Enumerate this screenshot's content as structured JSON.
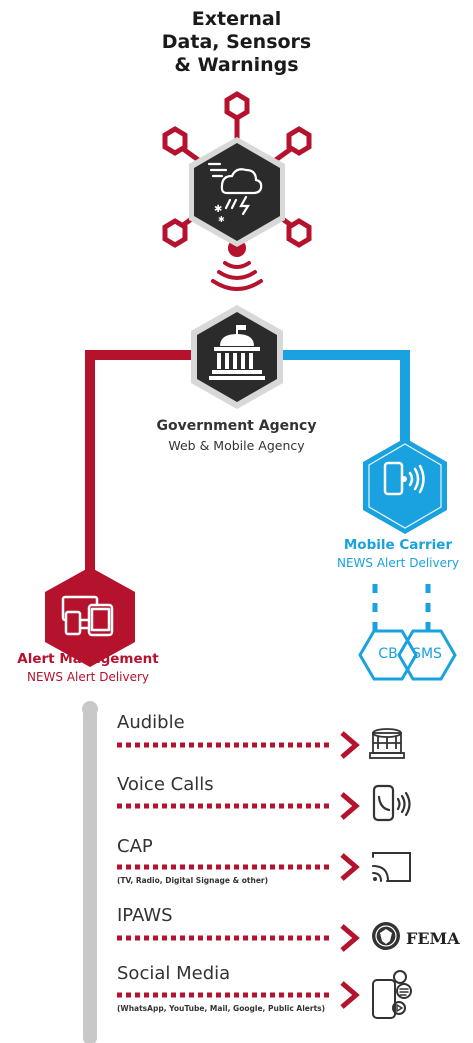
{
  "header": {
    "title_lines": [
      "External",
      "Data, Sensors",
      "& Warnings"
    ]
  },
  "government": {
    "name": "Government Agency",
    "subtitle": "Web & Mobile Agency",
    "icon": "government-building-icon"
  },
  "mobile_carrier": {
    "name": "Mobile Carrier",
    "subtitle": "NEWS Alert Delivery",
    "icon": "mobile-broadcast-icon"
  },
  "alert_management": {
    "name": "Alert Management",
    "subtitle": "NEWS Alert Delivery",
    "icon": "devices-icon"
  },
  "delivery_badges": [
    "CB",
    "SMS"
  ],
  "channels": [
    {
      "label": "Audible",
      "sublabel": "",
      "icon": "siren-icon"
    },
    {
      "label": "Voice Calls",
      "sublabel": "",
      "icon": "phone-call-icon"
    },
    {
      "label": "CAP",
      "sublabel": "(TV, Radio, Digital Signage & other)",
      "icon": "cast-icon"
    },
    {
      "label": "IPAWS",
      "sublabel": "",
      "icon": "fema-seal-icon",
      "icon_text": "FEMA"
    },
    {
      "label": "Social Media",
      "sublabel": "(WhatsApp, YouTube, Mail, Google, Public Alerts)",
      "icon": "social-phone-icon"
    }
  ],
  "colors": {
    "red": "#b5122d",
    "blue": "#1aa1df",
    "dark": "#2b2b2b",
    "grey": "#c8c8c8"
  }
}
